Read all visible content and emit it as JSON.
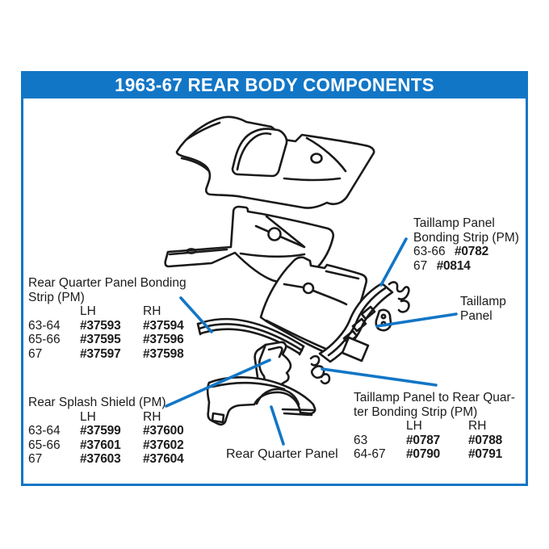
{
  "title": "1963-67 REAR BODY COMPONENTS",
  "colors": {
    "accent_blue": "#1276c6",
    "art_black": "#1a1a1a",
    "background": "#ffffff"
  },
  "blocks": {
    "rear_quarter_bonding": {
      "heading_line1": "Rear Quarter Panel Bonding",
      "heading_line2": "Strip (PM)",
      "col_lh": "LH",
      "col_rh": "RH",
      "rows": [
        {
          "years": "63-64",
          "lh": "#37593",
          "rh": "#37594"
        },
        {
          "years": "65-66",
          "lh": "#37595",
          "rh": "#37596"
        },
        {
          "years": "67",
          "lh": "#37597",
          "rh": "#37598"
        }
      ]
    },
    "taillamp_bonding": {
      "heading_line1": "Taillamp Panel",
      "heading_line2": "Bonding Strip (PM)",
      "rows": [
        {
          "years": "63-66",
          "part": "#0782"
        },
        {
          "years": "67",
          "part": "#0814"
        }
      ]
    },
    "taillamp_panel_label": {
      "line1": "Taillamp",
      "line2": "Panel"
    },
    "rear_splash_shield": {
      "heading": "Rear Splash Shield (PM)",
      "col_lh": "LH",
      "col_rh": "RH",
      "rows": [
        {
          "years": "63-64",
          "lh": "#37599",
          "rh": "#37600"
        },
        {
          "years": "65-66",
          "lh": "#37601",
          "rh": "#37602"
        },
        {
          "years": "67",
          "lh": "#37603",
          "rh": "#37604"
        }
      ]
    },
    "taillamp_to_quarter": {
      "heading_line1": "Taillamp Panel to Rear Quar-",
      "heading_line2": "ter Bonding Strip (PM)",
      "col_lh": "LH",
      "col_rh": "RH",
      "rows": [
        {
          "years": "63",
          "lh": "#0787",
          "rh": "#0788"
        },
        {
          "years": "64-67",
          "lh": "#0790",
          "rh": "#0791"
        }
      ]
    },
    "rear_quarter_panel_label": "Rear Quarter Panel"
  }
}
